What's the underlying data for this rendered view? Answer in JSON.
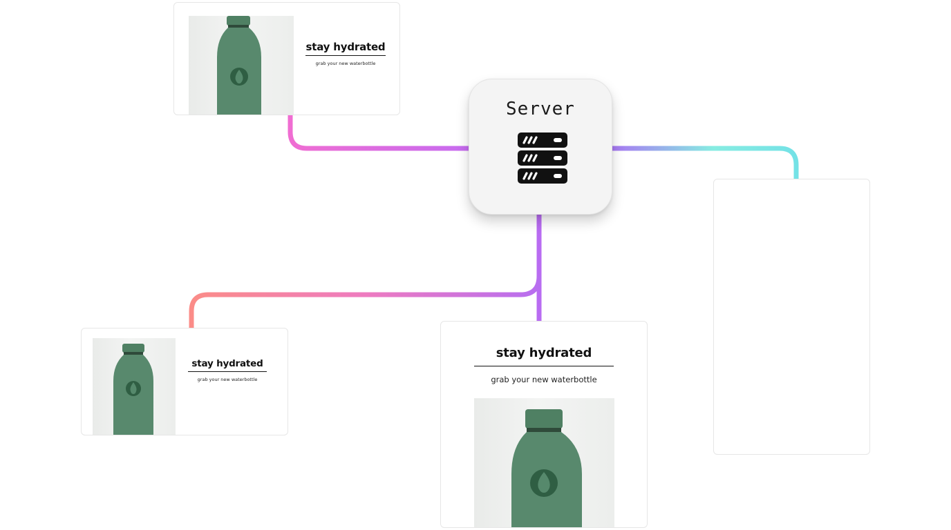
{
  "colors": {
    "wire_pink": "#ee6fd6",
    "wire_violet": "#b56cf2",
    "wire_salmon": "#fb8a8a",
    "wire_cyan": "#7cefe0",
    "bottle_green": "#56896c",
    "bottle_dark": "#3d6b4f"
  },
  "server": {
    "title": "Server",
    "icon": "server-rack-icon"
  },
  "cards": {
    "top_left": {
      "headline": "stay hydrated",
      "subline": "grab your new waterbottle",
      "image": "green-water-bottle"
    },
    "bottom_left": {
      "headline": "stay hydrated",
      "subline": "grab your new waterbottle",
      "image": "green-water-bottle"
    },
    "bottom_center": {
      "headline": "stay hydrated",
      "subline": "grab your new waterbottle",
      "image": "green-water-bottle"
    },
    "right": {}
  }
}
